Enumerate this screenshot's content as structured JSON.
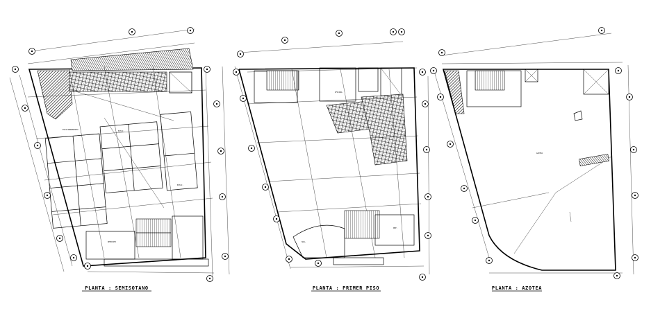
{
  "drawing": {
    "plans": [
      {
        "id": "semisotano",
        "title": "PLANTA : SEMISOTANO"
      },
      {
        "id": "primer-piso",
        "title": "PLANTA : PRIMER PISO"
      },
      {
        "id": "azotea",
        "title": "PLANTA : AZOTEA"
      }
    ]
  },
  "colors": {
    "ink": "#000000",
    "paper": "#ffffff"
  }
}
